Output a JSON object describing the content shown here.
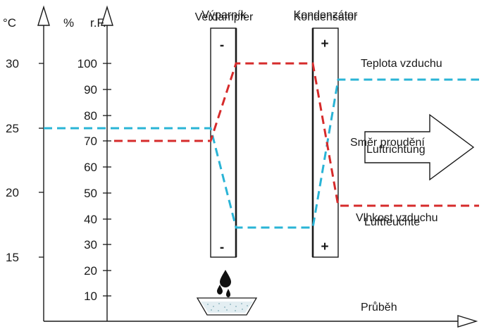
{
  "diagram": {
    "units": {
      "temperature": "°C",
      "percent": "%",
      "relative_humidity": "r.F."
    },
    "temperature_ticks": [
      "30",
      "25",
      "20",
      "15"
    ],
    "humidity_ticks": [
      "100",
      "90",
      "80",
      "70",
      "60",
      "50",
      "40",
      "30",
      "20",
      "10"
    ],
    "evaporator": {
      "label_primary": "Výparník",
      "label_secondary": "Verdampfer",
      "sign_top": "-",
      "sign_bottom": "-"
    },
    "condenser": {
      "label_primary": "Kondenzátor",
      "label_secondary": "Kondensator",
      "sign_top": "+",
      "sign_bottom": "+"
    },
    "air_temperature_label": "Teplota vzduchu",
    "flow_direction": {
      "label_primary": "Směr proudění",
      "label_secondary": "Luftrichtung"
    },
    "air_humidity": {
      "label_primary": "Vlhkost vzduchu",
      "label_secondary": "Luftfeuchte"
    },
    "x_axis_label": "Průběh",
    "colors": {
      "temperature_line": "#2ab4d6",
      "humidity_line": "#d62b2b",
      "axis": "#1a1a1a",
      "arrow_fill": "#ffffff"
    },
    "series": [
      {
        "key": "temperature",
        "unit": "°C",
        "points": [
          25,
          25,
          17,
          17,
          29,
          29
        ]
      },
      {
        "key": "humidity",
        "unit": "%",
        "points": [
          70,
          70,
          100,
          100,
          45,
          45
        ]
      }
    ]
  }
}
